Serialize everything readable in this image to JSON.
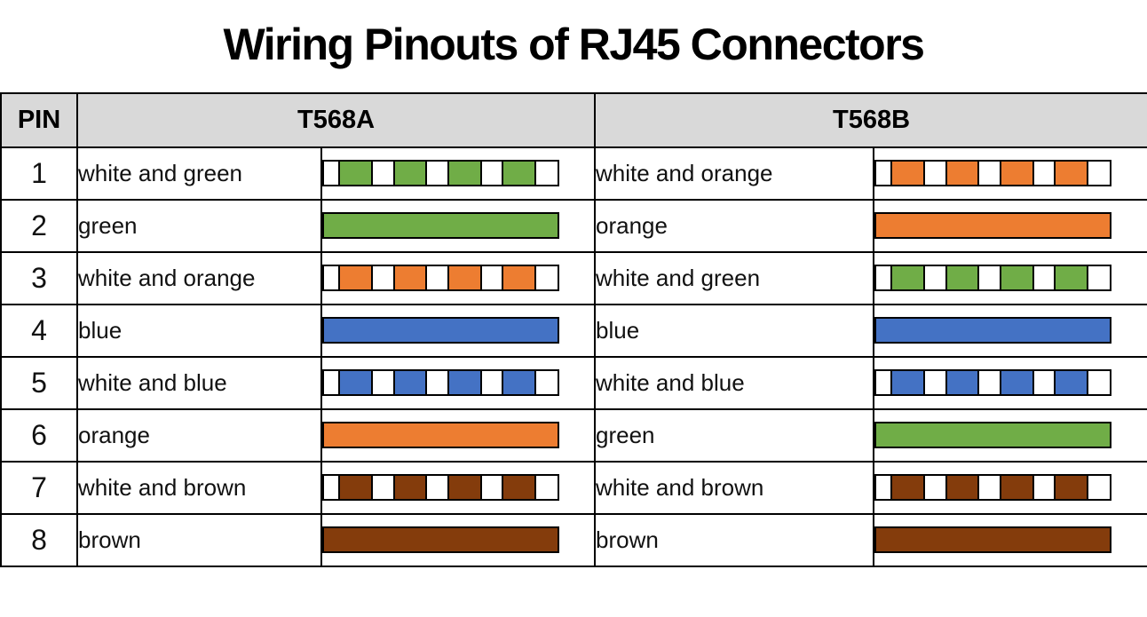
{
  "title": "Wiring Pinouts of RJ45 Connectors",
  "colors": {
    "green": "#70AD47",
    "orange": "#ED7D31",
    "blue": "#4472C4",
    "brown": "#843C0C",
    "white": "#FFFFFF",
    "header_bg": "#D9D9D9",
    "border": "#000000"
  },
  "table": {
    "headers": {
      "pin": "PIN",
      "t568a": "T568A",
      "t568b": "T568B"
    },
    "rows": [
      {
        "pin": "1",
        "t568a": {
          "label": "white and green",
          "pattern": "striped",
          "color": "green"
        },
        "t568b": {
          "label": "white and orange",
          "pattern": "striped",
          "color": "orange"
        }
      },
      {
        "pin": "2",
        "t568a": {
          "label": "green",
          "pattern": "solid",
          "color": "green"
        },
        "t568b": {
          "label": "orange",
          "pattern": "solid",
          "color": "orange"
        }
      },
      {
        "pin": "3",
        "t568a": {
          "label": "white and orange",
          "pattern": "striped",
          "color": "orange"
        },
        "t568b": {
          "label": "white and green",
          "pattern": "striped",
          "color": "green"
        }
      },
      {
        "pin": "4",
        "t568a": {
          "label": "blue",
          "pattern": "solid",
          "color": "blue"
        },
        "t568b": {
          "label": "blue",
          "pattern": "solid",
          "color": "blue"
        }
      },
      {
        "pin": "5",
        "t568a": {
          "label": "white and blue",
          "pattern": "striped",
          "color": "blue"
        },
        "t568b": {
          "label": "white and blue",
          "pattern": "striped",
          "color": "blue"
        }
      },
      {
        "pin": "6",
        "t568a": {
          "label": "orange",
          "pattern": "solid",
          "color": "orange"
        },
        "t568b": {
          "label": "green",
          "pattern": "solid",
          "color": "green"
        }
      },
      {
        "pin": "7",
        "t568a": {
          "label": "white and brown",
          "pattern": "striped",
          "color": "brown"
        },
        "t568b": {
          "label": "white and brown",
          "pattern": "striped",
          "color": "brown"
        }
      },
      {
        "pin": "8",
        "t568a": {
          "label": "brown",
          "pattern": "solid",
          "color": "brown"
        },
        "t568b": {
          "label": "brown",
          "pattern": "solid",
          "color": "brown"
        }
      }
    ]
  }
}
